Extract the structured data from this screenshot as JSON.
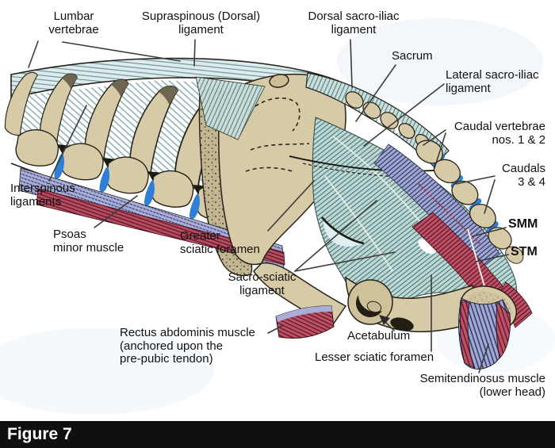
{
  "figure": {
    "caption": "Figure 7"
  },
  "labels": {
    "lumbar_vertebrae": {
      "text": "Lumbar\nvertebrae"
    },
    "supraspinous": {
      "text": "Supraspinous (Dorsal)\nligament"
    },
    "dorsal_sacroiliac": {
      "text": "Dorsal sacro-iliac\nligament"
    },
    "sacrum": {
      "text": "Sacrum"
    },
    "lateral_sacroiliac": {
      "text": "Lateral sacro-iliac\nligament"
    },
    "caudal_1_2": {
      "text": "Caudal vertebrae\nnos. 1 & 2"
    },
    "caudals_3_4": {
      "text": "Caudals\n3 & 4"
    },
    "smm": {
      "text": "SMM"
    },
    "stm": {
      "text": "STM"
    },
    "interspinous": {
      "text": "Interspinous\nligaments"
    },
    "psoas_minor": {
      "text": "Psoas\nminor muscle"
    },
    "greater_sciatic": {
      "text": "Greater\nsciatic foramen"
    },
    "sacro_sciatic": {
      "text": "Sacro-sciatic\nligament"
    },
    "rectus_abdominis": {
      "text": "Rectus abdominis muscle\n(anchored upon the\npre-pubic tendon)"
    },
    "acetabulum": {
      "text": "Acetabulum"
    },
    "lesser_sciatic": {
      "text": "Lesser sciatic foramen"
    },
    "semitendinosus": {
      "text": "Semitendinosus muscle\n(lower head)"
    }
  },
  "colors": {
    "background": "#ffffff",
    "bone": "#d6cba6",
    "bone_shadow": "#c6b992",
    "bone_dark": "#6e6650",
    "outline": "#26221a",
    "ligament_band": "#dfeced",
    "ligament_teal": "#bdd8d5",
    "ligament_stripe": "#48736f",
    "muscle_red": "#bf5065",
    "muscle_red_dark": "#551425",
    "muscle_lavender": "#a2a8d4",
    "muscle_lavender_dark": "#2f3560",
    "disc_blue": "#2f7fd6",
    "leader_line": "#3c3c3c",
    "label_text": "#111111",
    "caption_bg": "#101010",
    "caption_text": "#ffffff"
  }
}
